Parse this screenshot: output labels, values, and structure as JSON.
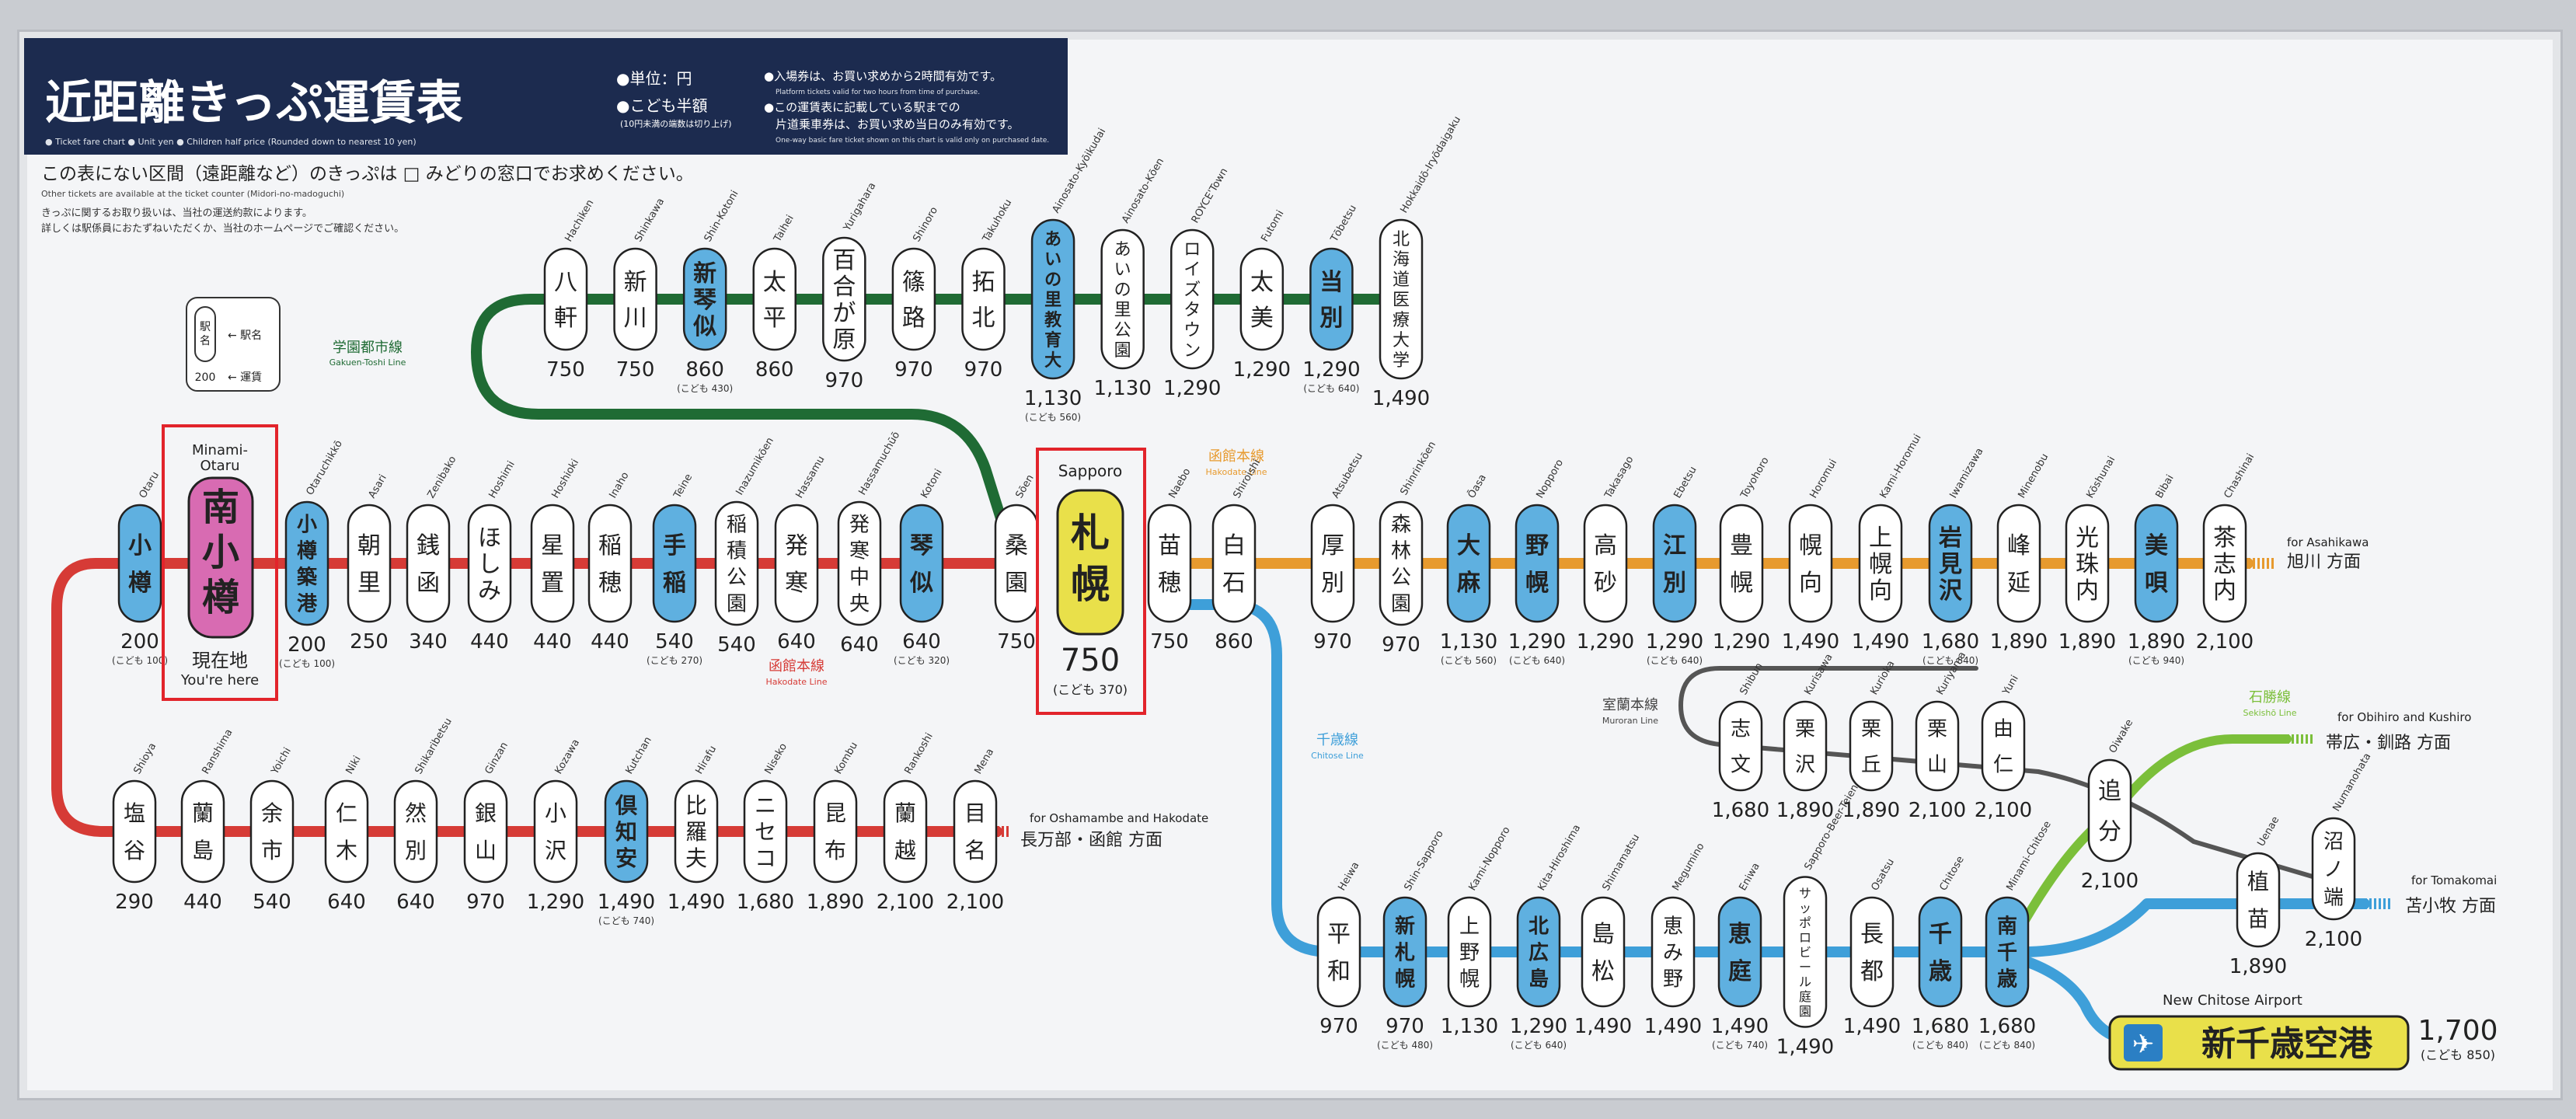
{
  "header": {
    "title": "近距離きっぷ運賃表",
    "unit": "●単位：円",
    "child": "●こども半額",
    "child_note": "(10円未満の端数は切り上げ)",
    "en_sub": "● Ticket fare chart   ● Unit yen   ● Children half price (Rounded down to nearest 10 yen)",
    "note1": "●入場券は、お買い求めから2時間有効です。",
    "note1_en": "Platform tickets valid for two hours from time of purchase.",
    "note2": "●この運賃表に記載している駅までの",
    "note3": "片道乗車券は、お買い求め当日のみ有効です。",
    "note3_en": "One-way basic fare ticket shown on this chart is valid only on purchased date."
  },
  "info": {
    "line1": "この表にない区間（遠距離など）のきっぷは □ みどりの窓口でお求めください。",
    "line1_en": "Other tickets are available at the ticket counter (Midori-no-madoguchi)",
    "line2": "きっぷに関するお取り扱いは、当社の運送約款によります。",
    "line3": "詳しくは駅係員におたずねいただくか、当社のホームページでご確認ください。"
  },
  "legend": {
    "name": "駅名",
    "fare": "運賃",
    "name_arrow": "← 駅名",
    "fare_arrow": "← 運賃",
    "sample_fare": "200"
  },
  "lines": {
    "gakuen": {
      "ja": "学園都市線",
      "en": "Gakuen-Toshi Line",
      "color": "#1f6b34"
    },
    "hakodate_w": {
      "ja": "函館本線",
      "en": "Hakodate Line",
      "color": "#d63b36"
    },
    "hakodate_e": {
      "ja": "函館本線",
      "en": "Hakodate Line",
      "color": "#e79a2e"
    },
    "chitose": {
      "ja": "千歳線",
      "en": "Chitose Line",
      "color": "#3e9fd9"
    },
    "muroran": {
      "ja": "室蘭本線",
      "en": "Muroran Line",
      "color": "#555555"
    },
    "sekisho": {
      "ja": "石勝線",
      "en": "Sekishō Line",
      "color": "#7bbf3a"
    }
  },
  "here": {
    "en1": "Minami-",
    "en2": "Otaru",
    "ja": "南小樽",
    "label": "現在地",
    "label_en": "You're here"
  },
  "sapporo": {
    "en": "Sapporo",
    "ja": "札幌",
    "fare": "750",
    "child": "(こども 370)"
  },
  "gakuen_stations": [
    {
      "en": "Hachiken",
      "ja": "八軒",
      "fare": "750"
    },
    {
      "en": "Shinkawa",
      "ja": "新川",
      "fare": "750"
    },
    {
      "en": "Shin-Kotoni",
      "ja": "新琴似",
      "fare": "860",
      "child": "(こども 430)",
      "hl": true
    },
    {
      "en": "Taihei",
      "ja": "太平",
      "fare": "860"
    },
    {
      "en": "Yurigahara",
      "ja": "百合が原",
      "fare": "970"
    },
    {
      "en": "Shinoro",
      "ja": "篠路",
      "fare": "970"
    },
    {
      "en": "Takuhoku",
      "ja": "拓北",
      "fare": "970"
    },
    {
      "en": "Ainosato-Kyōikudai",
      "ja": "あいの里教育大",
      "fare": "1,130",
      "child": "(こども 560)",
      "hl": true
    },
    {
      "en": "Ainosato-Kōen",
      "ja": "あいの里公園",
      "fare": "1,130"
    },
    {
      "en": "ROYCE'Town",
      "ja": "ロイズタウン",
      "fare": "1,290"
    },
    {
      "en": "Futomi",
      "ja": "太美",
      "fare": "1,290"
    },
    {
      "en": "Tōbetsu",
      "ja": "当別",
      "fare": "1,290",
      "child": "(こども 640)",
      "hl": true
    },
    {
      "en": "Hokkaidō-Iryōdaigaku",
      "ja": "北海道医療大学",
      "fare": "1,490"
    }
  ],
  "west_stations": [
    {
      "en": "Otaru",
      "ja": "小樽",
      "fare": "200",
      "child": "(こども 100)",
      "hl": true
    },
    {
      "en": "Otaruchikkō",
      "ja": "小樽築港",
      "fare": "200",
      "child": "(こども 100)",
      "hl": true
    },
    {
      "en": "Asari",
      "ja": "朝里",
      "fare": "250"
    },
    {
      "en": "Zenibako",
      "ja": "銭函",
      "fare": "340"
    },
    {
      "en": "Hoshimi",
      "ja": "ほしみ",
      "fare": "440"
    },
    {
      "en": "Hoshioki",
      "ja": "星置",
      "fare": "440"
    },
    {
      "en": "Inaho",
      "ja": "稲穂",
      "fare": "440"
    },
    {
      "en": "Teine",
      "ja": "手稲",
      "fare": "540",
      "child": "(こども 270)",
      "hl": true
    },
    {
      "en": "Inazumikōen",
      "ja": "稲積公園",
      "fare": "540"
    },
    {
      "en": "Hassamu",
      "ja": "発寒",
      "fare": "640"
    },
    {
      "en": "Hassamuchūō",
      "ja": "発寒中央",
      "fare": "640"
    },
    {
      "en": "Kotoni",
      "ja": "琴似",
      "fare": "640",
      "child": "(こども 320)",
      "hl": true
    },
    {
      "en": "Sōen",
      "ja": "桑園",
      "fare": "750"
    }
  ],
  "east_stations": [
    {
      "en": "Naebo",
      "ja": "苗穂",
      "fare": "750"
    },
    {
      "en": "Shiroishi",
      "ja": "白石",
      "fare": "860"
    },
    {
      "en": "Atsubetsu",
      "ja": "厚別",
      "fare": "970"
    },
    {
      "en": "Shinrinkōen",
      "ja": "森林公園",
      "fare": "970"
    },
    {
      "en": "Ōasa",
      "ja": "大麻",
      "fare": "1,130",
      "child": "(こども 560)",
      "hl": true
    },
    {
      "en": "Nopporo",
      "ja": "野幌",
      "fare": "1,290",
      "child": "(こども 640)",
      "hl": true
    },
    {
      "en": "Takasago",
      "ja": "高砂",
      "fare": "1,290"
    },
    {
      "en": "Ebetsu",
      "ja": "江別",
      "fare": "1,290",
      "child": "(こども 640)",
      "hl": true
    },
    {
      "en": "Toyohoro",
      "ja": "豊幌",
      "fare": "1,290"
    },
    {
      "en": "Horomui",
      "ja": "幌向",
      "fare": "1,490"
    },
    {
      "en": "Kami-Horomui",
      "ja": "上幌向",
      "fare": "1,490"
    },
    {
      "en": "Iwamizawa",
      "ja": "岩見沢",
      "fare": "1,680",
      "child": "(こども 840)",
      "hl": true
    },
    {
      "en": "Minenobu",
      "ja": "峰延",
      "fare": "1,890"
    },
    {
      "en": "Kōshunai",
      "ja": "光珠内",
      "fare": "1,890"
    },
    {
      "en": "Bibai",
      "ja": "美唄",
      "fare": "1,890",
      "child": "(こども 940)",
      "hl": true
    },
    {
      "en": "Chashinai",
      "ja": "茶志内",
      "fare": "2,100"
    }
  ],
  "southwest_stations": [
    {
      "en": "Shioya",
      "ja": "塩谷",
      "fare": "290"
    },
    {
      "en": "Ranshima",
      "ja": "蘭島",
      "fare": "440"
    },
    {
      "en": "Yoichi",
      "ja": "余市",
      "fare": "540"
    },
    {
      "en": "Niki",
      "ja": "仁木",
      "fare": "640"
    },
    {
      "en": "Shikaribetsu",
      "ja": "然別",
      "fare": "640"
    },
    {
      "en": "Ginzan",
      "ja": "銀山",
      "fare": "970"
    },
    {
      "en": "Kozawa",
      "ja": "小沢",
      "fare": "1,290"
    },
    {
      "en": "Kutchan",
      "ja": "倶知安",
      "fare": "1,490",
      "child": "(こども 740)",
      "hl": true
    },
    {
      "en": "Hirafu",
      "ja": "比羅夫",
      "fare": "1,490"
    },
    {
      "en": "Niseko",
      "ja": "ニセコ",
      "fare": "1,680"
    },
    {
      "en": "Kombu",
      "ja": "昆布",
      "fare": "1,890"
    },
    {
      "en": "Rankoshi",
      "ja": "蘭越",
      "fare": "2,100"
    },
    {
      "en": "Mena",
      "ja": "目名",
      "fare": "2,100"
    }
  ],
  "chitose_stations": [
    {
      "en": "Heiwa",
      "ja": "平和",
      "fare": "970"
    },
    {
      "en": "Shin-Sapporo",
      "ja": "新札幌",
      "fare": "970",
      "child": "(こども 480)",
      "hl": true
    },
    {
      "en": "Kami-Nopporo",
      "ja": "上野幌",
      "fare": "1,130"
    },
    {
      "en": "Kita-Hiroshima",
      "ja": "北広島",
      "fare": "1,290",
      "child": "(こども 640)",
      "hl": true
    },
    {
      "en": "Shimamatsu",
      "ja": "島松",
      "fare": "1,490"
    },
    {
      "en": "Megumino",
      "ja": "恵み野",
      "fare": "1,490"
    },
    {
      "en": "Eniwa",
      "ja": "恵庭",
      "fare": "1,490",
      "child": "(こども 740)",
      "hl": true
    },
    {
      "en": "Sapporo-Beer-Teien",
      "ja": "サッポロビール庭園",
      "fare": "1,490"
    },
    {
      "en": "Osatsu",
      "ja": "長都",
      "fare": "1,490"
    },
    {
      "en": "Chitose",
      "ja": "千歳",
      "fare": "1,680",
      "child": "(こども 840)",
      "hl": true
    },
    {
      "en": "Minami-Chitose",
      "ja": "南千歳",
      "fare": "1,680",
      "child": "(こども 840)",
      "hl": true
    }
  ],
  "muroran_stations": [
    {
      "en": "Shibun",
      "ja": "志文",
      "fare": "1,680"
    },
    {
      "en": "Kurisawa",
      "ja": "栗沢",
      "fare": "1,890"
    },
    {
      "en": "Kurioka",
      "ja": "栗丘",
      "fare": "1,890"
    },
    {
      "en": "Kuriyama",
      "ja": "栗山",
      "fare": "2,100"
    },
    {
      "en": "Yuni",
      "ja": "由仁",
      "fare": "2,100"
    }
  ],
  "oiwake": {
    "en": "Oiwake",
    "ja": "追分",
    "fare": "2,100"
  },
  "uenae": {
    "en": "Uenae",
    "ja": "植苗",
    "fare": "1,890"
  },
  "numanohata": {
    "en": "Numanohata",
    "ja": "沼ノ端",
    "fare": "2,100"
  },
  "airport": {
    "en": "New Chitose Airport",
    "ja": "新千歳空港",
    "fare": "1,700",
    "child": "(こども 850)"
  },
  "destinations": {
    "asahikawa_en": "for Asahikawa",
    "asahikawa_ja": "旭川 方面",
    "obihiro_en": "for Obihiro and Kushiro",
    "obihiro_ja": "帯広・釧路 方面",
    "tomakomai_en": "for Tomakomai",
    "tomakomai_ja": "苫小牧 方面",
    "oshamambe_en": "for Oshamambe and Hakodate",
    "oshamambe_ja": "長万部・函館 方面"
  }
}
